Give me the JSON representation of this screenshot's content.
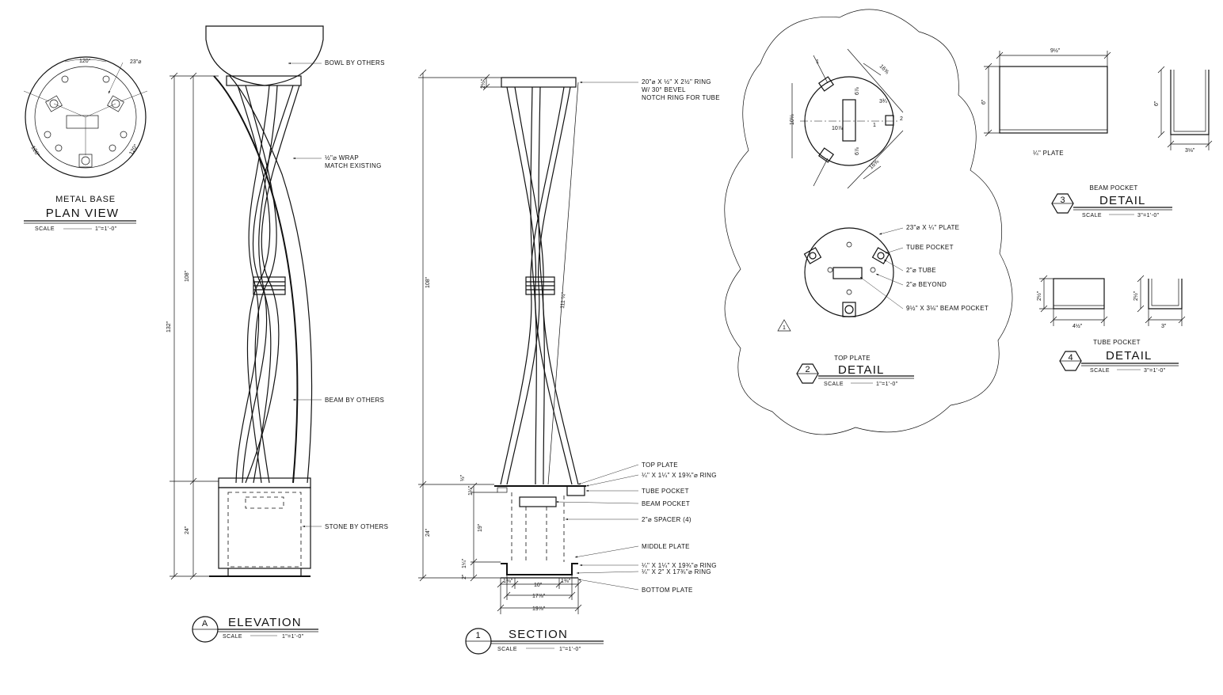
{
  "plan_view": {
    "dims": [
      "120°",
      "23\"⌀",
      "120°",
      "120°"
    ],
    "subtitle": "METAL BASE",
    "title": "PLAN VIEW",
    "scale_label": "SCALE",
    "scale_value": "1\"=1'-0\""
  },
  "elevation": {
    "callouts": [
      "BOWL BY OTHERS",
      "½\"⌀ WRAP",
      "MATCH EXISTING",
      "BEAM BY OTHERS",
      "STONE BY OTHERS"
    ],
    "dims": [
      "108\"",
      "132\"",
      "24\""
    ],
    "tag": "A",
    "title": "ELEVATION",
    "scale_label": "SCALE",
    "scale_value": "1\"=1'-0\""
  },
  "section": {
    "callouts": [
      "20\"⌀ X ½\" X 2½\" RING",
      "W/ 30° BEVEL",
      "NOTCH RING FOR TUBE",
      "TOP PLATE",
      "¼\" X 1¼\" X 19¾\"⌀ RING",
      "TUBE POCKET",
      "BEAM POCKET",
      "2\"⌀ SPACER (4)",
      "MIDDLE PLATE",
      "¼\" X 1¼\" X 19¾\"⌀ RING",
      "¼\" X 2\" X 17¾\"⌀ RING",
      "BOTTOM PLATE"
    ],
    "dims": [
      "2½\"",
      "108\"",
      "111 ¼\"",
      "½\"",
      "1¼\"",
      "19\"",
      "24\"",
      "1¼\"",
      "2\"",
      "1⅜\"",
      "10\"",
      "1⅜\"",
      "17⅞\"",
      "19⅞\""
    ],
    "tag": "1",
    "title": "SECTION",
    "scale_label": "SCALE",
    "scale_value": "1\"=1'-0\""
  },
  "top_plate": {
    "dims": [
      "10⅛",
      "6⅞",
      "16⅝",
      "3¾",
      "10⅞",
      "6⅞",
      "2",
      "1",
      "16⅝",
      "1"
    ],
    "callouts": [
      "23\"⌀ X ¼\" PLATE",
      "TUBE POCKET",
      "2\"⌀ TUBE",
      "2\"⌀ BEYOND",
      "9½\" X 3⅛\" BEAM POCKET"
    ],
    "revision": "1",
    "subtitle": "TOP PLATE",
    "tag": "2",
    "title": "DETAIL",
    "scale_label": "SCALE",
    "scale_value": "1\"=1'-0\""
  },
  "beam_pocket": {
    "dims": [
      "9½\"",
      "6\"",
      "6\"",
      "3⅛\""
    ],
    "plate_label": "¼\" PLATE",
    "subtitle": "BEAM POCKET",
    "tag": "3",
    "title": "DETAIL",
    "scale_label": "SCALE",
    "scale_value": "3\"=1'-0\""
  },
  "tube_pocket": {
    "dims": [
      "2½\"",
      "4½\"",
      "2½\"",
      "3\""
    ],
    "subtitle": "TUBE POCKET",
    "tag": "4",
    "title": "DETAIL",
    "scale_label": "SCALE",
    "scale_value": "3\"=1'-0\""
  }
}
